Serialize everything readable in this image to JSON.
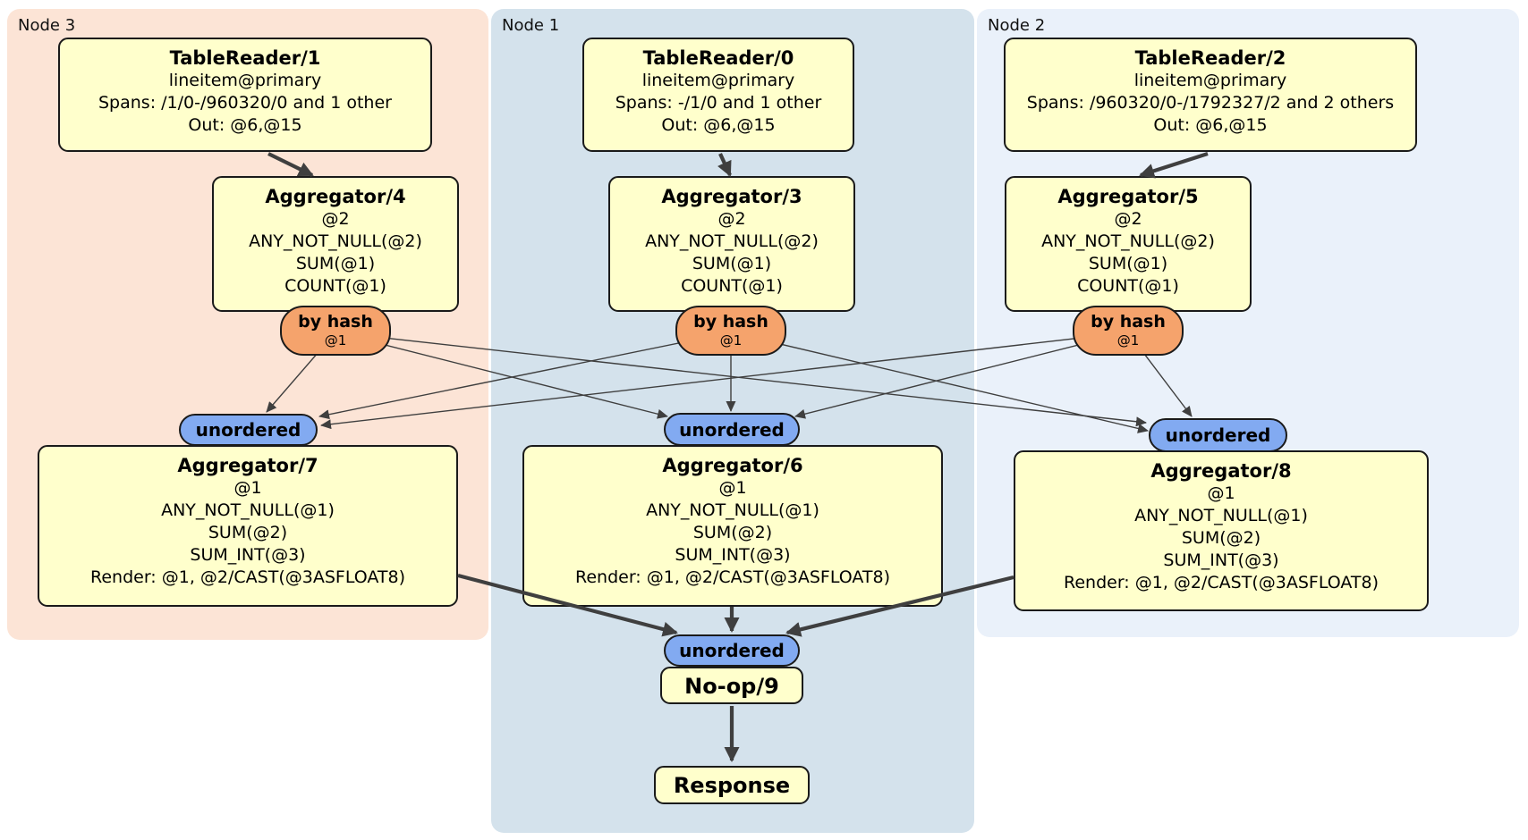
{
  "regions": [
    {
      "id": "node3",
      "label": "Node 3"
    },
    {
      "id": "node1",
      "label": "Node 1"
    },
    {
      "id": "node2",
      "label": "Node 2"
    }
  ],
  "processors": {
    "tr1": {
      "title": "TableReader/1",
      "lines": [
        "lineitem@primary",
        "Spans: /1/0-/960320/0 and 1 other",
        "Out: @6,@15"
      ]
    },
    "tr0": {
      "title": "TableReader/0",
      "lines": [
        "lineitem@primary",
        "Spans: -/1/0 and 1 other",
        "Out: @6,@15"
      ]
    },
    "tr2": {
      "title": "TableReader/2",
      "lines": [
        "lineitem@primary",
        "Spans: /960320/0-/1792327/2 and 2 others",
        "Out: @6,@15"
      ]
    },
    "agg4": {
      "title": "Aggregator/4",
      "lines": [
        "@2",
        "ANY_NOT_NULL(@2)",
        "SUM(@1)",
        "COUNT(@1)"
      ]
    },
    "agg3": {
      "title": "Aggregator/3",
      "lines": [
        "@2",
        "ANY_NOT_NULL(@2)",
        "SUM(@1)",
        "COUNT(@1)"
      ]
    },
    "agg5": {
      "title": "Aggregator/5",
      "lines": [
        "@2",
        "ANY_NOT_NULL(@2)",
        "SUM(@1)",
        "COUNT(@1)"
      ]
    },
    "agg7": {
      "title": "Aggregator/7",
      "lines": [
        "@1",
        "ANY_NOT_NULL(@1)",
        "SUM(@2)",
        "SUM_INT(@3)",
        "Render: @1, @2/CAST(@3ASFLOAT8)"
      ]
    },
    "agg6": {
      "title": "Aggregator/6",
      "lines": [
        "@1",
        "ANY_NOT_NULL(@1)",
        "SUM(@2)",
        "SUM_INT(@3)",
        "Render: @1, @2/CAST(@3ASFLOAT8)"
      ]
    },
    "agg8": {
      "title": "Aggregator/8",
      "lines": [
        "@1",
        "ANY_NOT_NULL(@1)",
        "SUM(@2)",
        "SUM_INT(@3)",
        "Render: @1, @2/CAST(@3ASFLOAT8)"
      ]
    },
    "noop9": {
      "title": "No-op/9"
    },
    "response": {
      "title": "Response"
    }
  },
  "router": {
    "label": "by hash",
    "detail": "@1"
  },
  "stream": {
    "unordered": "unordered"
  },
  "colors": {
    "node3_bg": "#fce4d6",
    "node1_bg": "#d4e2ec",
    "node2_bg": "#eaf1fa",
    "box_bg": "#ffffcc",
    "router_bg": "#f5a36c",
    "stream_bg": "#82aaf1",
    "edge_color": "#3f3f3f",
    "border_color": "#1a1a1a"
  }
}
